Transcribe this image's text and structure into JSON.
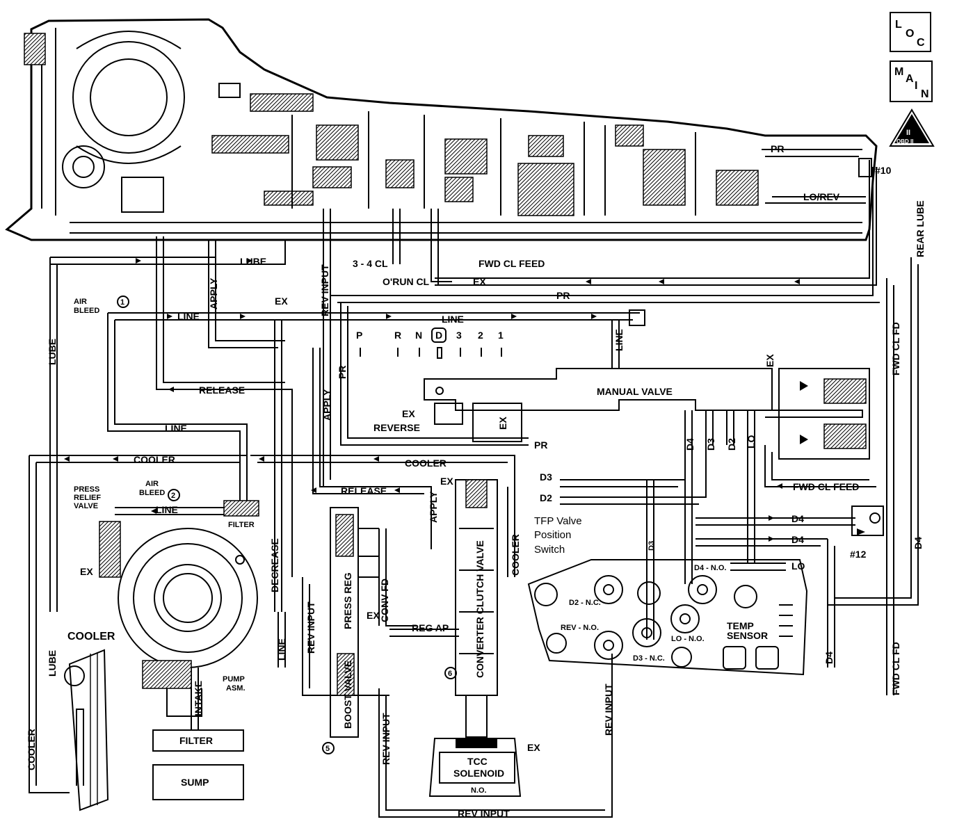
{
  "badges": {
    "loc": {
      "chars": [
        "L",
        "O",
        "C"
      ]
    },
    "main": {
      "chars": [
        "M",
        "A",
        "I",
        "N"
      ]
    },
    "obd": {
      "numeral": "II",
      "text": "OBD II"
    }
  },
  "gear_selector": {
    "positions": [
      "P",
      "R",
      "N",
      "D",
      "3",
      "2",
      "1"
    ],
    "selected": "D"
  },
  "labels": {
    "pr_top": "PR",
    "check_10": "#10",
    "lo_rev": "LO/REV",
    "rear_lube": "REAR LUBE",
    "lube_h": "LUBE",
    "cl_34": "3 - 4 CL",
    "fwd_cl_feed_top": "FWD CL FEED",
    "orun_cl": "O'RUN CL",
    "ex_orun": "EX",
    "apply_v": "APPLY",
    "rev_input_top": "REV INPUT",
    "air_bleed_top": "AIR\nBLEED",
    "orifice_1": "1",
    "line_1": "LINE",
    "ex_left": "EX",
    "pr_mid": "PR",
    "line_top": "LINE",
    "line_v": "LINE",
    "fwd_cl_fd_right": "FWD CL FD",
    "pr_v": "PR",
    "apply_v2": "APPLY",
    "release_1": "RELEASE",
    "manual_valve": "MANUAL VALVE",
    "ex_manual": "EX",
    "line_2": "LINE",
    "ex_reverse": "EX",
    "reverse": "REVERSE",
    "ex_box": "EX",
    "pr_low": "PR",
    "d4_v": "D4",
    "d3_v": "D3",
    "d2_v": "D2",
    "lo_v": "LO",
    "cooler_1": "COOLER",
    "cooler_2": "COOLER",
    "ex_tcc": "EX",
    "release_2": "RELEASE",
    "apply_v3": "APPLY",
    "d3_h": "D3",
    "d2_h": "D2",
    "fwd_cl_feed_right": "FWD CL FEED",
    "tfp_switch": "TFP Valve\nPosition\nSwitch",
    "d4_h1": "D4",
    "d4_h2": "D4",
    "check_12": "#12",
    "lo_h": "LO",
    "d4_no": "D4 - N.O.",
    "d3_small": "D3",
    "d2_nc": "D2 - N.C.",
    "rev_no": "REV - N.O.",
    "d3_nc": "D3 - N.C.",
    "lo_no": "LO - N.O.",
    "temp_sensor": "TEMP\nSENSOR",
    "cooler_v_right": "COOLER",
    "press_relief": "PRESS\nRELIEF\nVALVE",
    "air_bleed_mid": "AIR\nBLEED",
    "orifice_2": "2",
    "line_3": "LINE",
    "filter_small": "FILTER",
    "ex_pump": "EX",
    "decrease": "DECREASE",
    "lube_v": "LUBE",
    "lube_v2": "LUBE",
    "cooler_v_left": "COOLER",
    "cooler_label": "COOLER",
    "pump_asm": "PUMP\nASM.",
    "intake": "INTAKE",
    "filter_box": "FILTER",
    "sump_box": "SUMP",
    "line_v2": "LINE",
    "rev_input_v": "REV INPUT",
    "press_reg": "PRESS REG",
    "ex_press": "EX",
    "conv_fd": "CONV FD",
    "reg_ap": "REG AP",
    "converter_clutch_valve": "CONVERTER CLUTCH VALVE",
    "orifice_6": "6",
    "boost_valve": "BOOST VALVE",
    "orifice_5": "5",
    "rev_input_v2": "REV INPUT",
    "tcc_solenoid": "TCC\nSOLENOID",
    "no_tcc": "N.O.",
    "ex_tcc2": "EX",
    "rev_input_bottom": "REV INPUT",
    "rev_input_v3": "REV INPUT",
    "d4_v2": "D4",
    "fwd_cl_fd_v2": "FWD CL FD",
    "d4_v3": "D4"
  }
}
